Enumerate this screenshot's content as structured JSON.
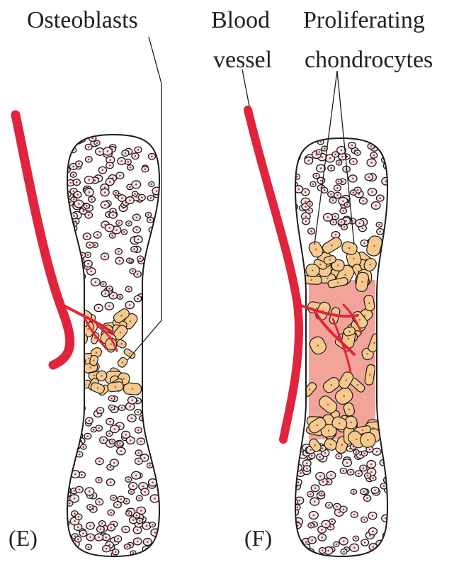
{
  "labels": {
    "osteoblasts": "Osteoblasts",
    "blood_vessel_line1": "Blood",
    "blood_vessel_line2": "vessel",
    "proliferating_line1": "Proliferating",
    "proliferating_line2": "chondrocytes",
    "panel_e": "(E)",
    "panel_f": "(F)"
  },
  "colors": {
    "vessel": "#e0243b",
    "osteoblast_fill": "#f7c98e",
    "marrow_fill": "#f2a39a",
    "cell_fill": "#f8e4ea",
    "outline": "#1c1c1c"
  }
}
